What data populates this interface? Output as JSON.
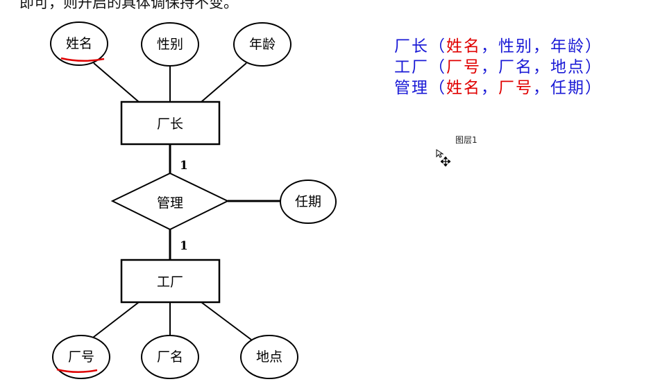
{
  "top_text": "即可，则开启的具体调保持不变。",
  "er_diagram": {
    "entities": {
      "factory_director": "厂长",
      "factory": "工厂"
    },
    "relationship": "管理",
    "attributes": {
      "name": "姓名",
      "gender": "性别",
      "age": "年龄",
      "tenure": "任期",
      "factory_no": "厂号",
      "factory_name": "厂名",
      "location": "地点"
    },
    "cardinality": {
      "director_side": "1",
      "factory_side": "1"
    }
  },
  "relations": [
    {
      "name": "厂长",
      "open": "（",
      "keys": [
        "姓名"
      ],
      "sep1": "，",
      "others": [
        "性别",
        "年龄"
      ],
      "close": "）"
    },
    {
      "name": "工厂",
      "open": "（",
      "keys": [
        "厂号"
      ],
      "close": "）"
    },
    {
      "name": "管理",
      "open": "（",
      "keys": [
        "姓名",
        "厂号"
      ],
      "close": "）"
    }
  ],
  "rel_text": {
    "r1_name": "厂长",
    "r1_open": "（",
    "r1_key": "姓名",
    "r1_rest": "，性别，年龄",
    "r1_close": "）",
    "r2_name": "工厂",
    "r2_open": "（",
    "r2_key": "厂号",
    "r2_rest": "，厂名，地点",
    "r2_close": "）",
    "r3_name": "管理",
    "r3_open": "（",
    "r3_key1": "姓名",
    "r3_sep": "，",
    "r3_key2": "厂号",
    "r3_rest": "，任期",
    "r3_close": "）"
  },
  "layer_label": "图层1",
  "colors": {
    "relation_text": "#1a1ad6",
    "key_text": "#e00000",
    "underline": "#e00000",
    "diagram_stroke": "#000000"
  }
}
